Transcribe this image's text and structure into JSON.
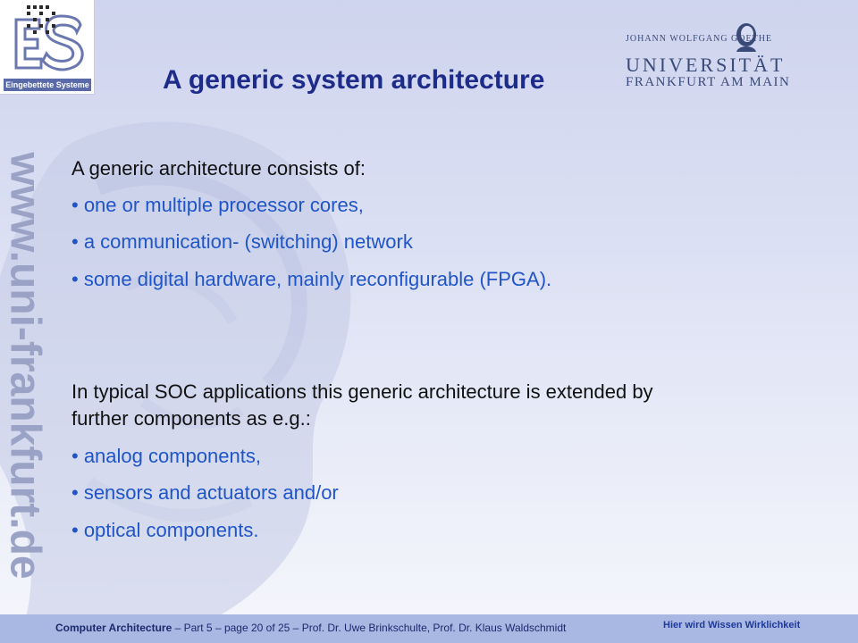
{
  "header": {
    "es_logo_caption": "Eingebettete Systeme",
    "title": "A generic system architecture",
    "university": {
      "top_line": "JOHANN WOLFGANG GOETHE",
      "name": "UNIVERSITÄT",
      "location": "FRANKFURT AM MAIN"
    }
  },
  "watermark": {
    "url": "www.uni-frankfurt.de"
  },
  "body": {
    "intro": "A generic architecture consists of:",
    "bullets1": [
      "• one or multiple processor cores,",
      "• a communication- (switching) network",
      "• some digital hardware, mainly reconfigurable (FPGA)."
    ],
    "para2_line1": "In typical SOC applications this generic architecture is extended by",
    "para2_line2": "further components as e.g.:",
    "bullets2": [
      "• analog components,",
      "• sensors and actuators and/or",
      "• optical components."
    ]
  },
  "footer": {
    "course": "Computer Architecture",
    "details": " – Part 5 – page 20 of 25 – Prof. Dr. Uwe Brinkschulte, Prof. Dr. Klaus Waldschmidt",
    "slogan": "Hier wird Wissen Wirklichkeit"
  },
  "colors": {
    "title": "#1d2c8a",
    "bullet_text": "#1f55c8",
    "footer_bar": "#a9b7e3"
  }
}
